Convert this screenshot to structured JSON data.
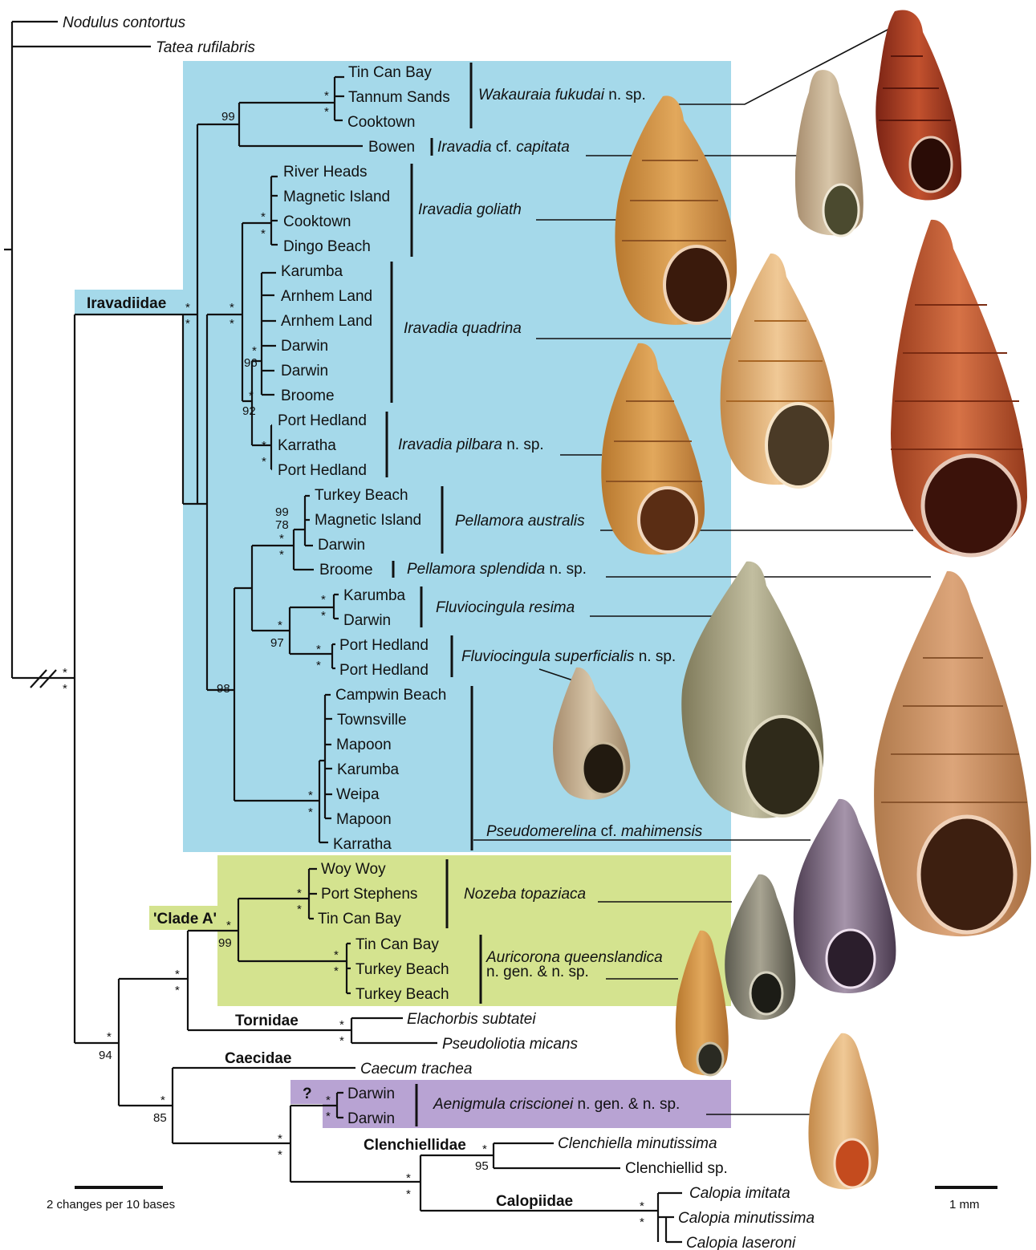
{
  "outgroups": [
    "Nodulus contortus",
    "Tatea rufilabris"
  ],
  "clades": {
    "iravadiidae": "Iravadiidae",
    "clade_a": "'Clade A'",
    "tornidae": "Tornidae",
    "caecidae": "Caecidae",
    "clenchiellidae": "Clenchiellidae",
    "calopiidae": "Calopiidae",
    "question": "?"
  },
  "tips": {
    "wak1": "Tin Can Bay",
    "wak2": "Tannum Sands",
    "wak3": "Cooktown",
    "cap1": "Bowen",
    "gol1": "River Heads",
    "gol2": "Magnetic Island",
    "gol3": "Cooktown",
    "gol4": "Dingo Beach",
    "qua1": "Karumba",
    "qua2": "Arnhem Land",
    "qua3": "Arnhem Land",
    "qua4": "Darwin",
    "qua5": "Darwin",
    "qua6": "Broome",
    "pil1": "Port Hedland",
    "pil2": "Karratha",
    "pil3": "Port Hedland",
    "aus1": "Turkey Beach",
    "aus2": "Magnetic Island",
    "aus3": "Darwin",
    "spl1": "Broome",
    "res1": "Karumba",
    "res2": "Darwin",
    "sup1": "Port Hedland",
    "sup2": "Port Hedland",
    "mah1": "Campwin Beach",
    "mah2": "Townsville",
    "mah3": "Mapoon",
    "mah4": "Karumba",
    "mah5": "Weipa",
    "mah6": "Mapoon",
    "mah7": "Karratha",
    "noz1": "Woy Woy",
    "noz2": "Port Stephens",
    "noz3": "Tin Can Bay",
    "aur1": "Tin Can Bay",
    "aur2": "Turkey Beach",
    "aur3": "Turkey Beach",
    "aen1": "Darwin",
    "aen2": "Darwin",
    "ela": "Elachorbis subtatei",
    "pse": "Pseudoliotia micans",
    "cae": "Caecum trachea",
    "cle1": "Clenchiella minutissima",
    "cle2": "Clenchiellid sp.",
    "cal1": "Calopia imitata",
    "cal2": "Calopia minutissima",
    "cal3": "Calopia laseroni"
  },
  "species": {
    "wakauraia": {
      "italic": "Wakauraia fukudai",
      "rest": " n. sp."
    },
    "capitata": {
      "italic": "Iravadia",
      "rest": " cf. ",
      "italic2": "capitata"
    },
    "goliath": {
      "italic": "Iravadia goliath",
      "rest": ""
    },
    "quadrina": {
      "italic": "Iravadia quadrina",
      "rest": ""
    },
    "pilbara": {
      "italic": "Iravadia pilbara",
      "rest": " n. sp."
    },
    "australis": {
      "italic": "Pellamora australis",
      "rest": ""
    },
    "splendida": {
      "italic": "Pellamora splendida",
      "rest": " n. sp."
    },
    "resima": {
      "italic": "Fluviocingula resima",
      "rest": ""
    },
    "superficialis": {
      "italic": "Fluviocingula superficialis",
      "rest": " n. sp."
    },
    "mahimensis": {
      "italic": "Pseudomerelina",
      "rest": " cf. ",
      "italic2": "mahimensis"
    },
    "nozeba": {
      "italic": "Nozeba topaziaca",
      "rest": ""
    },
    "auricorona": {
      "italic": "Auricorona queenslandica",
      "line2": "n. gen. & n. sp."
    },
    "aenigmula": {
      "italic": "Aenigmula criscionei",
      "rest": " n. gen. & n. sp."
    }
  },
  "support": {
    "n_wak_a": "*",
    "n_wak_b": "*",
    "n_wak_cap": "99",
    "n_gol_a": "*",
    "n_gol_b": "*",
    "n_irav_a": "*",
    "n_irav_b": "*",
    "n_gq_a": "*",
    "n_gq_b": "*",
    "n_qua_a": "*",
    "n_qua_b": "96",
    "n_qp_a": "*",
    "n_qp_b": "92",
    "n_pil_a": "*",
    "n_pil_b": "*",
    "n_aus_a": "99",
    "n_aus_b": "78",
    "n_pel_a": "*",
    "n_pel_b": "*",
    "n_res_a": "*",
    "n_res_b": "*",
    "n_flu_a": "*",
    "n_flu_b": "97",
    "n_sup_a": "*",
    "n_sup_b": "*",
    "n_98": "98",
    "n_mah_a": "*",
    "n_mah_b": "*",
    "n_root_a": "*",
    "n_root_b": "*",
    "n_noz_a": "*",
    "n_noz_b": "*",
    "n_cla_a": "*",
    "n_cla_b": "99",
    "n_aur_a": "*",
    "n_aur_b": "*",
    "n_tor_a": "*",
    "n_tor_b": "*",
    "n_ct_a": "*",
    "n_ct_b": "*",
    "n_94_a": "*",
    "n_94_b": "94",
    "n_85_a": "*",
    "n_85_b": "85",
    "n_aen_a": "*",
    "n_aen_b": "*",
    "n_low_a": "*",
    "n_low_b": "*",
    "n_cle_a": "*",
    "n_cle_b": "95",
    "n_cc_a": "*",
    "n_cc_b": "*",
    "n_cal_a": "*",
    "n_cal_b": "*"
  },
  "scale": {
    "tree_label": "2 changes per 10 bases",
    "shell_label": "1 mm"
  },
  "colors": {
    "iravadiidae_box": "#a5d9ea",
    "clade_a_box": "#d4e38f",
    "aenigmula_box": "#b8a3d3",
    "branch": "#111111"
  }
}
